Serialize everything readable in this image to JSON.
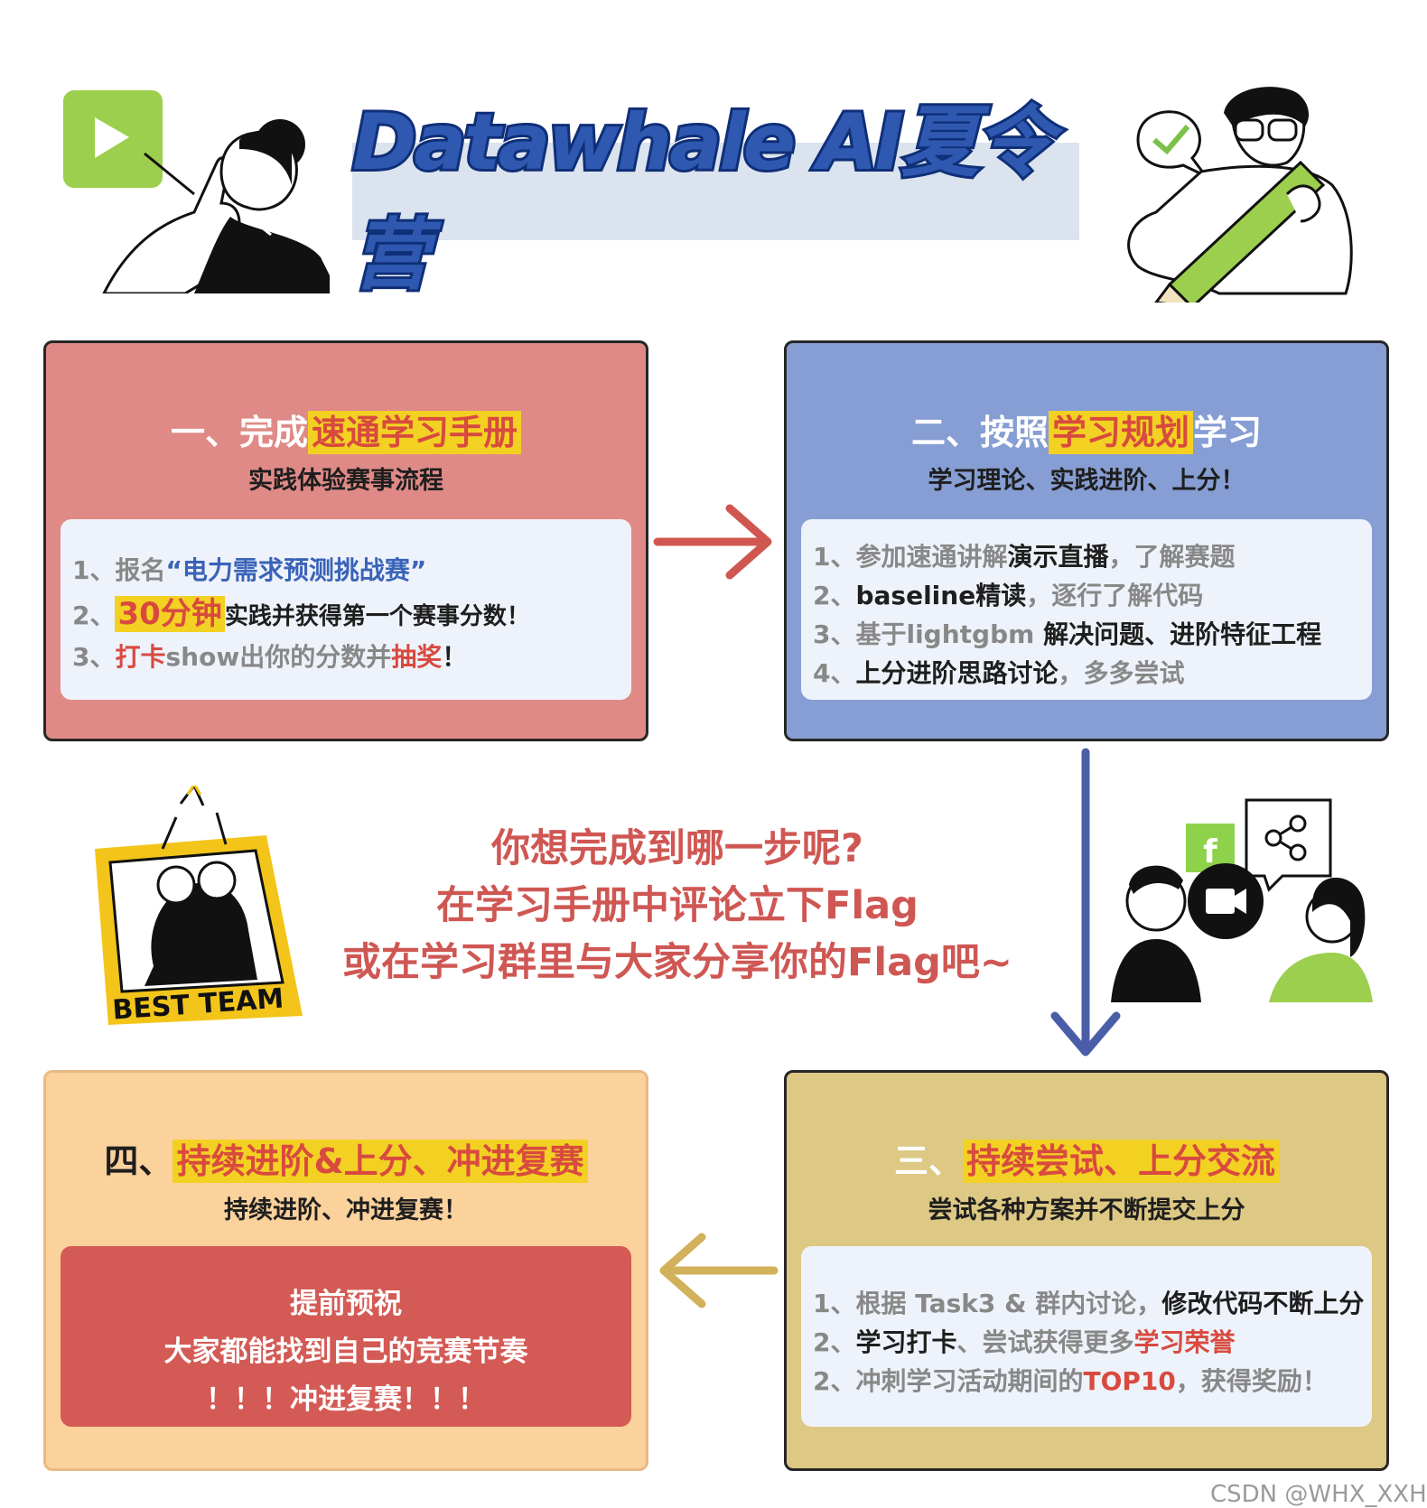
{
  "header": {
    "title": "Datawhale AI夏令营"
  },
  "step1": {
    "title_prefix": "一、完成",
    "title_highlight": "速通学习手册",
    "subtitle": "实践体验赛事流程",
    "item1_prefix": "1、报名",
    "item1_blue": "“电力需求预测挑战赛”",
    "item2_prefix": "2、",
    "item2_highlight": "30分钟",
    "item2_rest": "实践并获得第一个赛事分数！",
    "item3_prefix": "3、",
    "item3_red1": "打卡",
    "item3_mid": "show出你的分数并",
    "item3_red2": "抽奖",
    "item3_end": "！"
  },
  "step2": {
    "title_prefix": "二、按照",
    "title_highlight": "学习规划",
    "title_suffix": "学习",
    "subtitle": "学习理论、实践进阶、上分！",
    "item1_prefix": "1、参加速通讲解",
    "item1_dark": "演示直播",
    "item1_rest": "，了解赛题",
    "item2_prefix": "2、",
    "item2_dark": "baseline精读",
    "item2_rest": "，逐行了解代码",
    "item3_prefix": "3、基于lightgbm ",
    "item3_dark": "解决问题、进阶特征工程",
    "item4_prefix": "4、",
    "item4_dark": "上分进阶思路讨论",
    "item4_rest": "，多多尝试"
  },
  "step3": {
    "title_prefix": "三、",
    "title_highlight": "持续尝试、上分交流",
    "subtitle": "尝试各种方案并不断提交上分",
    "item1_prefix": "1、根据 Task3 & 群内讨论，",
    "item1_dark": "修改代码不断上分",
    "item2_prefix": "2、",
    "item2_dark": "学习打卡",
    "item2_mid": "、尝试获得更多",
    "item2_red": "学习荣誉",
    "item3_prefix": "2、冲刺学习活动期间的",
    "item3_red": "TOP10",
    "item3_rest": "，获得奖励！"
  },
  "step4": {
    "title_prefix": "四、",
    "title_highlight": "持续进阶&上分、冲进复赛",
    "subtitle": "持续进阶、冲进复赛！",
    "box_line1": "提前预祝",
    "box_line2": "大家都能找到自己的竞赛节奏",
    "box_line3": "！！！冲进复赛！！！"
  },
  "center": {
    "line1": "你想完成到哪一步呢?",
    "line2": "在学习手册中评论立下Flag",
    "line3": "或在学习群里与大家分享你的Flag吧~"
  },
  "best_team": {
    "label": "BEST TEAM"
  },
  "icons": {
    "facebook_glyph": "f"
  },
  "colors": {
    "step1_bg": "#df8a86",
    "step2_bg": "#869ed3",
    "step3_bg": "#ddc884",
    "step4_bg": "#fbd19c",
    "highlight": "#f3d123",
    "accent_red": "#d84a3f",
    "arrow_blue": "#4a5ea8",
    "arrow_gold": "#d2b15b"
  },
  "watermark": "CSDN @WHX_XXH"
}
